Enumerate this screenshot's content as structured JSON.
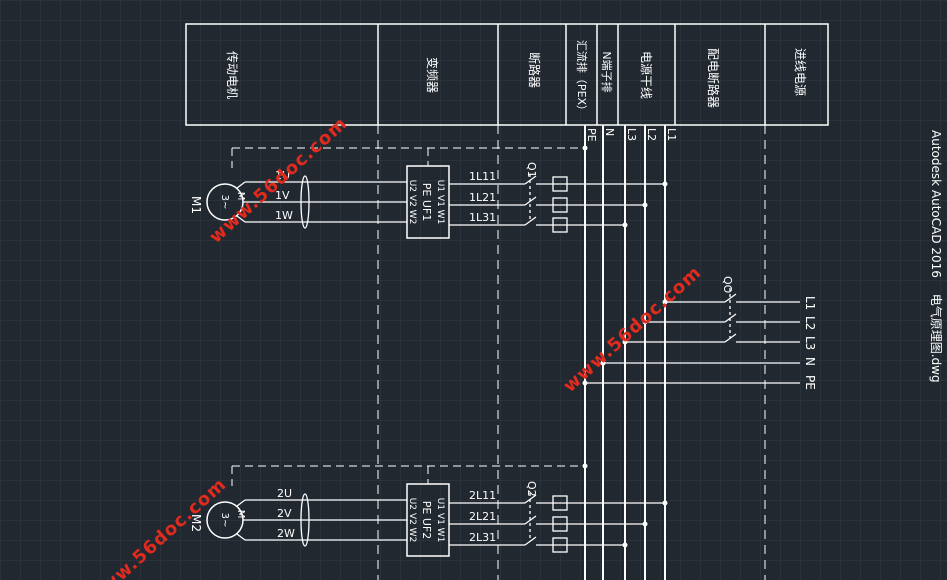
{
  "app": {
    "name": "Autodesk AutoCAD 2016",
    "file": "电气原理图.dwg"
  },
  "watermark": "www.56doc.com",
  "header_cells": [
    "传动电机",
    "变频器",
    "断路器",
    "汇流排（PEX）",
    "N端子排",
    "电源干线",
    "配电断路器",
    "进线电源"
  ],
  "bus_labels": [
    "PE",
    "N",
    "L3",
    "L2",
    "L1"
  ],
  "groups": [
    {
      "motor": "M1",
      "motor_symbol": "M",
      "motor_phase": "3~",
      "motor_wires": [
        "1U",
        "1V",
        "1W"
      ],
      "inverter": "UF1",
      "inverter_pins_top": [
        "U1",
        "V1",
        "W1"
      ],
      "inverter_pins_bottom": [
        "U2",
        "V2",
        "W2"
      ],
      "inverter_pe": "PE",
      "breaker": "Q1",
      "line_wires": [
        "1L11",
        "1L21",
        "1L31"
      ]
    },
    {
      "motor": "M2",
      "motor_symbol": "M",
      "motor_phase": "3~",
      "motor_wires": [
        "2U",
        "2V",
        "2W"
      ],
      "inverter": "UF2",
      "inverter_pins_top": [
        "U1",
        "V1",
        "W1"
      ],
      "inverter_pins_bottom": [
        "U2",
        "V2",
        "W2"
      ],
      "inverter_pe": "PE",
      "breaker": "Q2",
      "line_wires": [
        "2L11",
        "2L21",
        "2L31"
      ]
    }
  ],
  "main_breaker": "QO",
  "incoming_labels": [
    "L1",
    "L2",
    "L3",
    "N",
    "PE"
  ],
  "colors": {
    "background": "#212830",
    "grid": "#2a323b",
    "lines": "#ffffff",
    "watermark": "#e12b1e"
  }
}
